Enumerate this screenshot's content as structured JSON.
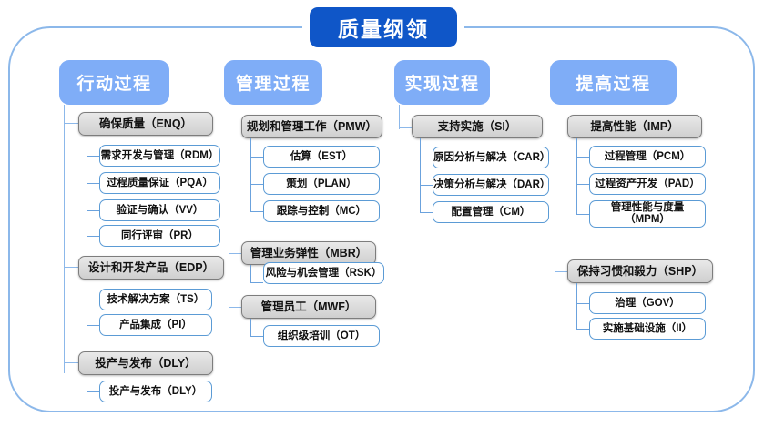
{
  "diagram": {
    "title": "质量纲领",
    "colors": {
      "title_blue": "#0f56c8",
      "header_blue": "#7fadf7",
      "frame_blue": "#8cb8ea",
      "connector_blue": "#6ba2dd",
      "group_gray": "#dcdcdc",
      "group_border": "#7d7d7d",
      "leaf_border": "#5b9bd5"
    },
    "columns": [
      {
        "header": "行动过程",
        "groups": [
          {
            "label": "确保质量（ENQ）",
            "children": [
              "需求开发与管理（RDM）",
              "过程质量保证（PQA）",
              "验证与确认（VV）",
              "同行评审（PR）"
            ]
          },
          {
            "label": "设计和开发产品（EDP）",
            "children": [
              "技术解决方案（TS）",
              "产品集成（PI）"
            ]
          },
          {
            "label": "投产与发布（DLY）",
            "children": [
              "投产与发布（DLY）"
            ]
          }
        ]
      },
      {
        "header": "管理过程",
        "groups": [
          {
            "label": "规划和管理工作（PMW）",
            "children": [
              "估算（EST）",
              "策划（PLAN）",
              "跟踪与控制（MC）"
            ]
          },
          {
            "label": "管理业务弹性（MBR）",
            "children": [
              "风险与机会管理（RSK）"
            ]
          },
          {
            "label": "管理员工（MWF）",
            "children": [
              "组织级培训（OT）"
            ]
          }
        ]
      },
      {
        "header": "实现过程",
        "groups": [
          {
            "label": "支持实施（SI）",
            "children": [
              "原因分析与解决（CAR）",
              "决策分析与解决（DAR）",
              "配置管理（CM）"
            ]
          }
        ]
      },
      {
        "header": "提高过程",
        "groups": [
          {
            "label": "提高性能（IMP）",
            "children": [
              "过程管理（PCM）",
              "过程资产开发（PAD）",
              "管理性能与度量（MPM）"
            ]
          },
          {
            "label": "保持习惯和毅力（SHP）",
            "children": [
              "治理（GOV）",
              "实施基础设施（II）"
            ]
          }
        ]
      }
    ]
  }
}
